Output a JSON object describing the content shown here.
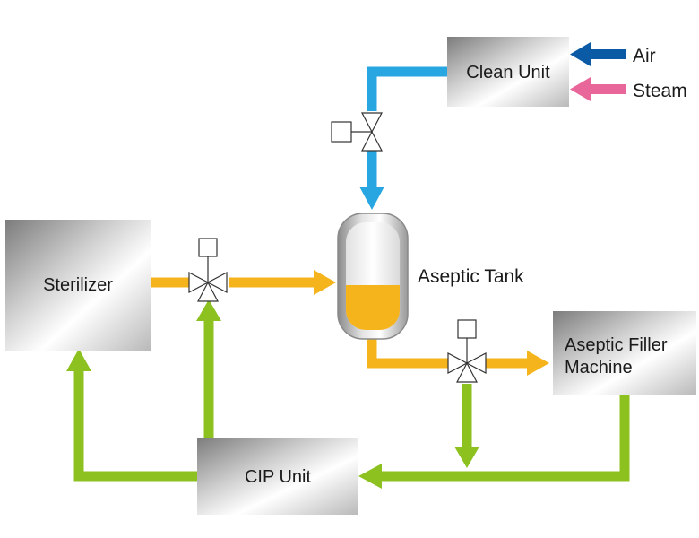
{
  "units": {
    "clean_unit": "Clean Unit",
    "sterilizer": "Sterilizer",
    "aseptic_filler_line1": "Aseptic Filler",
    "aseptic_filler_line2": "Machine",
    "cip_unit": "CIP Unit"
  },
  "labels": {
    "aseptic_tank": "Aseptic Tank",
    "air": "Air",
    "steam": "Steam"
  },
  "colors": {
    "product_flow": "#f5b41c",
    "cip_flow": "#8cc11f",
    "sterile_air_flow": "#27a6e1",
    "air_input": "#0a5aa6",
    "steam_input": "#e8669a",
    "tank_fill": "#f5b41c"
  },
  "icons": [
    "three-way-valve-icon",
    "two-way-valve-icon",
    "actuator-icon",
    "tank-icon"
  ]
}
